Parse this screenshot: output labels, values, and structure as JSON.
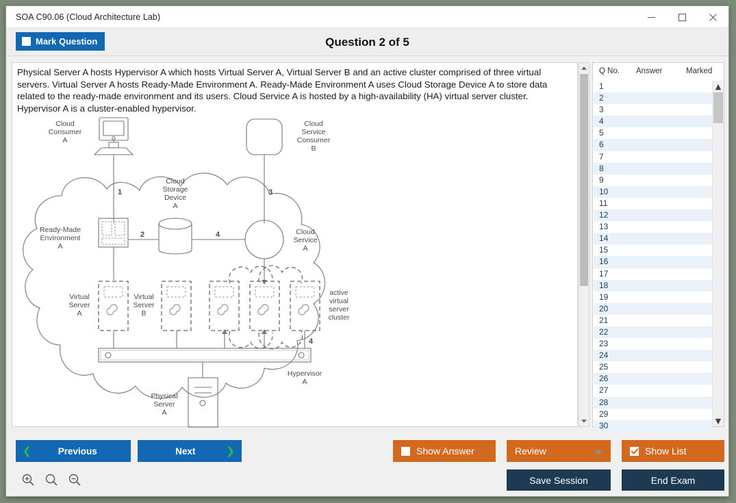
{
  "window": {
    "title": "SOA C90.06 (Cloud Architecture Lab)",
    "minimize_label": "minimize",
    "maximize_label": "maximize",
    "close_label": "close"
  },
  "header": {
    "mark_question_label": "Mark Question",
    "mark_question_checked": false,
    "question_title": "Question 2 of 5"
  },
  "question": {
    "text": "Physical Server A hosts Hypervisor A which hosts Virtual Server A, Virtual Server B and an active cluster comprised of three virtual servers. Virtual Server A hosts Ready-Made Environment A. Ready-Made Environment A uses Cloud Storage Device A to store data related to the ready-made environment and its users. Cloud Service A is hosted by a high-availability (HA) virtual server cluster. Hypervisor A is a cluster-enabled hypervisor."
  },
  "diagram": {
    "labels": {
      "cloud_consumer_a": [
        "Cloud",
        "Consumer",
        "A"
      ],
      "cloud_service_consumer_b": [
        "Cloud",
        "Service",
        "Consumer",
        "B"
      ],
      "cloud_storage_device_a": [
        "Cloud",
        "Storage",
        "Device",
        "A"
      ],
      "ready_made_environment_a": [
        "Ready-Made",
        "Environment",
        "A"
      ],
      "cloud_service_a": [
        "Cloud",
        "Service",
        "A"
      ],
      "virtual_server_a": [
        "Virtual",
        "Server",
        "A"
      ],
      "virtual_server_b": [
        "Virtual",
        "Server",
        "B"
      ],
      "active_virtual_server_cluster": [
        "active",
        "virtual",
        "server",
        "cluster"
      ],
      "hypervisor_a": [
        "Hypervisor",
        "A"
      ],
      "physical_server_a": [
        "Physical",
        "Server",
        "A"
      ]
    },
    "connector_numbers": [
      "1",
      "2",
      "3",
      "4",
      "4"
    ]
  },
  "list_panel": {
    "columns": [
      "Q No.",
      "Answer",
      "Marked"
    ],
    "rows": [
      {
        "no": "1",
        "answer": "",
        "marked": ""
      },
      {
        "no": "2",
        "answer": "",
        "marked": ""
      },
      {
        "no": "3",
        "answer": "",
        "marked": ""
      },
      {
        "no": "4",
        "answer": "",
        "marked": ""
      },
      {
        "no": "5",
        "answer": "",
        "marked": ""
      },
      {
        "no": "6",
        "answer": "",
        "marked": ""
      },
      {
        "no": "7",
        "answer": "",
        "marked": ""
      },
      {
        "no": "8",
        "answer": "",
        "marked": ""
      },
      {
        "no": "9",
        "answer": "",
        "marked": ""
      },
      {
        "no": "10",
        "answer": "",
        "marked": ""
      },
      {
        "no": "11",
        "answer": "",
        "marked": ""
      },
      {
        "no": "12",
        "answer": "",
        "marked": ""
      },
      {
        "no": "13",
        "answer": "",
        "marked": ""
      },
      {
        "no": "14",
        "answer": "",
        "marked": ""
      },
      {
        "no": "15",
        "answer": "",
        "marked": ""
      },
      {
        "no": "16",
        "answer": "",
        "marked": ""
      },
      {
        "no": "17",
        "answer": "",
        "marked": ""
      },
      {
        "no": "18",
        "answer": "",
        "marked": ""
      },
      {
        "no": "19",
        "answer": "",
        "marked": ""
      },
      {
        "no": "20",
        "answer": "",
        "marked": ""
      },
      {
        "no": "21",
        "answer": "",
        "marked": ""
      },
      {
        "no": "22",
        "answer": "",
        "marked": ""
      },
      {
        "no": "23",
        "answer": "",
        "marked": ""
      },
      {
        "no": "24",
        "answer": "",
        "marked": ""
      },
      {
        "no": "25",
        "answer": "",
        "marked": ""
      },
      {
        "no": "26",
        "answer": "",
        "marked": ""
      },
      {
        "no": "27",
        "answer": "",
        "marked": ""
      },
      {
        "no": "28",
        "answer": "",
        "marked": ""
      },
      {
        "no": "29",
        "answer": "",
        "marked": ""
      },
      {
        "no": "30",
        "answer": "",
        "marked": ""
      }
    ]
  },
  "toolbar": {
    "previous_label": "Previous",
    "next_label": "Next",
    "show_answer_label": "Show Answer",
    "show_answer_checked": false,
    "review_label": "Review",
    "show_list_label": "Show List",
    "show_list_checked": true,
    "save_session_label": "Save Session",
    "end_exam_label": "End Exam"
  },
  "zoom_controls": [
    {
      "name": "zoom-in-icon",
      "glyph": "+"
    },
    {
      "name": "zoom-reset-icon",
      "glyph": ""
    },
    {
      "name": "zoom-out-icon",
      "glyph": "-"
    }
  ],
  "colors": {
    "primary_blue": "#1268b3",
    "accent_orange": "#d2691e",
    "navy": "#1e3a52",
    "green_chevron": "#2fbd2f",
    "row_alt": "#eaf1f8"
  }
}
